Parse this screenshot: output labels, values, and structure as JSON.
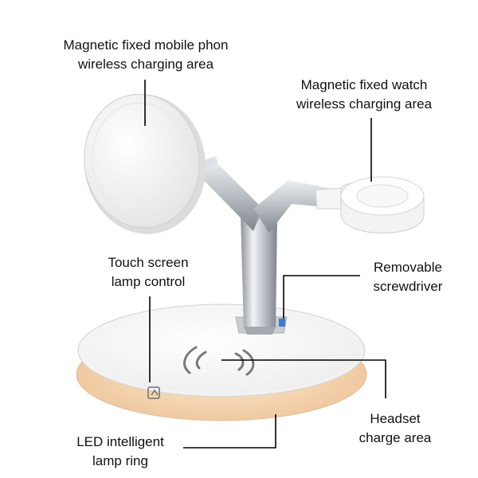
{
  "labels": {
    "phone_area": {
      "line1": "Magnetic fixed mobile phon",
      "line2": "wireless charging area"
    },
    "watch_area": {
      "line1": "Magnetic fixed watch",
      "line2": "wireless charging area"
    },
    "touch_control": {
      "line1": "Touch screen",
      "line2": "lamp control"
    },
    "screwdriver": {
      "line1": "Removable",
      "line2": "screwdriver"
    },
    "headset_area": {
      "line1": "Headset",
      "line2": "charge area"
    },
    "led_ring": {
      "line1": "LED intelligent",
      "line2": "lamp ring"
    }
  },
  "colors": {
    "product_white": "#f7f7f7",
    "stand_silver": "#c9cdd2",
    "lamp_glow": "#f6d9b8",
    "accent_blue": "#3a7bd5"
  }
}
